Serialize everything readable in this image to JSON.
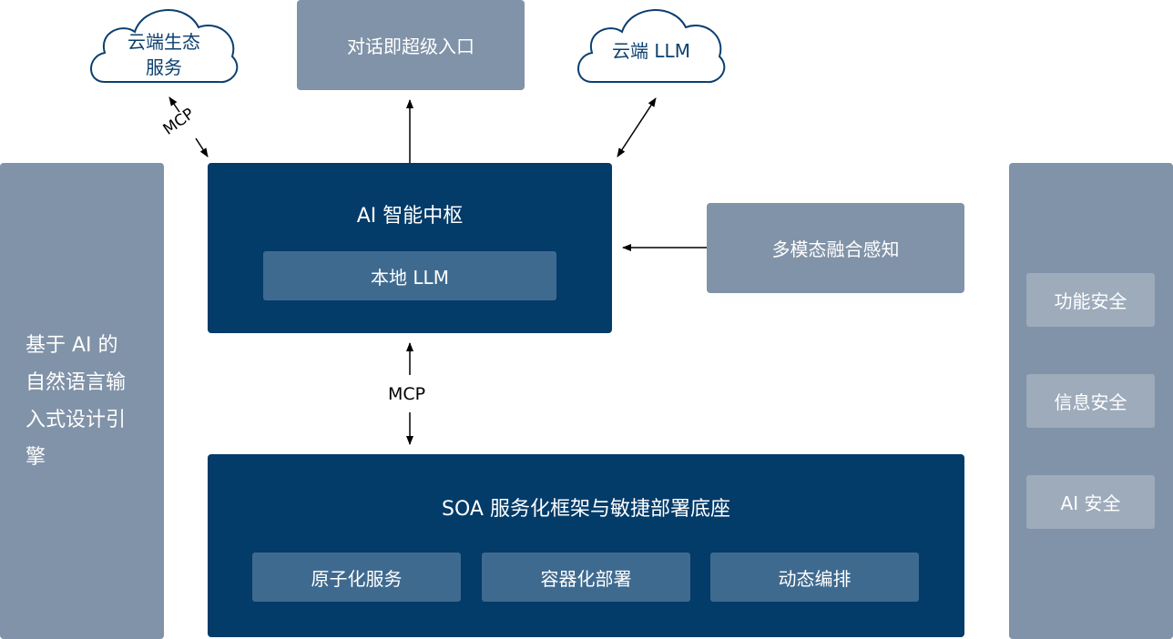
{
  "cloud_ecosystem": {
    "label": "云端生态服务",
    "line1": "云端生态",
    "line2": "服务"
  },
  "cloud_llm": {
    "label": "云端 LLM"
  },
  "super_entry": {
    "label": "对话即超级入口"
  },
  "ai_hub": {
    "title": "AI 智能中枢",
    "local_llm": "本地 LLM"
  },
  "multimodal": {
    "label": "多模态融合感知"
  },
  "left_engine": {
    "lines": [
      "基于 AI 的",
      "自然语言输",
      "入式设计引",
      "擎"
    ]
  },
  "soa": {
    "title": "SOA 服务化框架与敏捷部署底座",
    "items": [
      "原子化服务",
      "容器化部署",
      "动态编排"
    ]
  },
  "security": {
    "items": [
      "功能安全",
      "信息安全",
      "AI 安全"
    ]
  },
  "connectors": {
    "mcp_top": "MCP",
    "mcp_mid": "MCP"
  },
  "colors": {
    "navy": "#033b69",
    "inner": "#3f6a8f",
    "gray": "#8193a8"
  }
}
